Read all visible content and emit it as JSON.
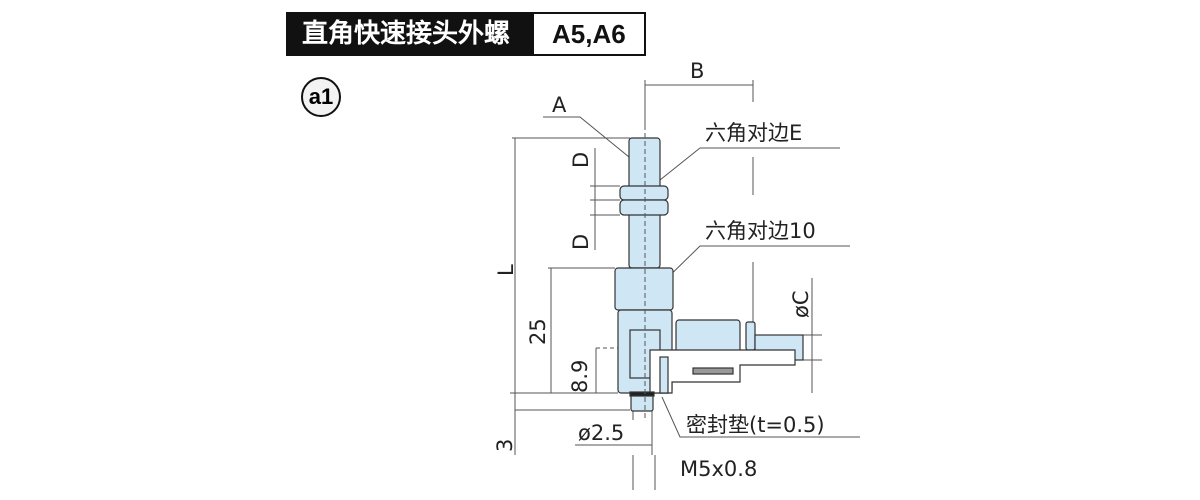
{
  "header": {
    "title": "直角快速接头外螺纹",
    "models": "A5,A6"
  },
  "badge": "a1",
  "labels": {
    "A": "A",
    "B": "B",
    "D_top": "D",
    "D_bottom": "D",
    "L": "L",
    "dim_25": "25",
    "dim_8_9": "8.9",
    "dim_3": "3",
    "phi_C": "øC",
    "hex_E": "六角对边E",
    "hex_10": "六角对边10",
    "gasket": "密封垫(t=0.5)",
    "phi_2_5": "ø2.5",
    "thread": "M5x0.8"
  },
  "colors": {
    "part_fill": "#cfe6f5",
    "line": "#333333"
  }
}
